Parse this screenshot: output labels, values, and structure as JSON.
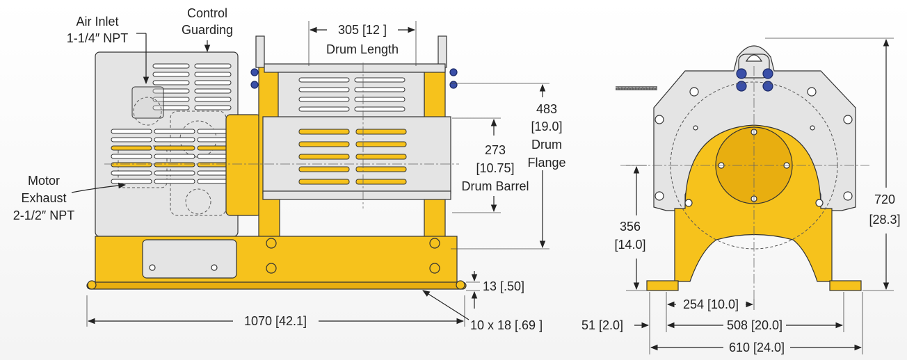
{
  "callouts": {
    "air_inlet_line1": "Air Inlet",
    "air_inlet_line2": "1-1/4″ NPT",
    "control_guarding_line1": "Control",
    "control_guarding_line2": "Guarding",
    "motor_exhaust_line1": "Motor",
    "motor_exhaust_line2": "Exhaust",
    "motor_exhaust_line3": "2-1/2″ NPT",
    "drum_length_value": "305 [12 ]",
    "drum_length_label": "Drum Length",
    "drum_flange_value": "483",
    "drum_flange_inch": "[19.0]",
    "drum_flange_label1": "Drum",
    "drum_flange_label2": "Flange",
    "drum_barrel_value": "273",
    "drum_barrel_inch": "[10.75]",
    "drum_barrel_label": "Drum Barrel",
    "base_thickness": "13 [.50]",
    "overall_length": "1070 [42.1]",
    "mount_holes": "10 x 18 [.69 ]",
    "edge_offset": "51 [2.0]",
    "center_height_value": "356",
    "center_height_inch": "[14.0]",
    "overall_height_value": "720",
    "overall_height_inch": "[28.3]",
    "hole_spacing_inner": "254 [10.0]",
    "hole_spacing_outer": "508 [20.0]",
    "overall_width": "610 [24.0]"
  },
  "colors": {
    "frame_yellow": "#f6c21c",
    "guard_grey": "#e4e4e4",
    "bolt_blue": "#3a4fa8",
    "dimension_line": "#222222"
  }
}
